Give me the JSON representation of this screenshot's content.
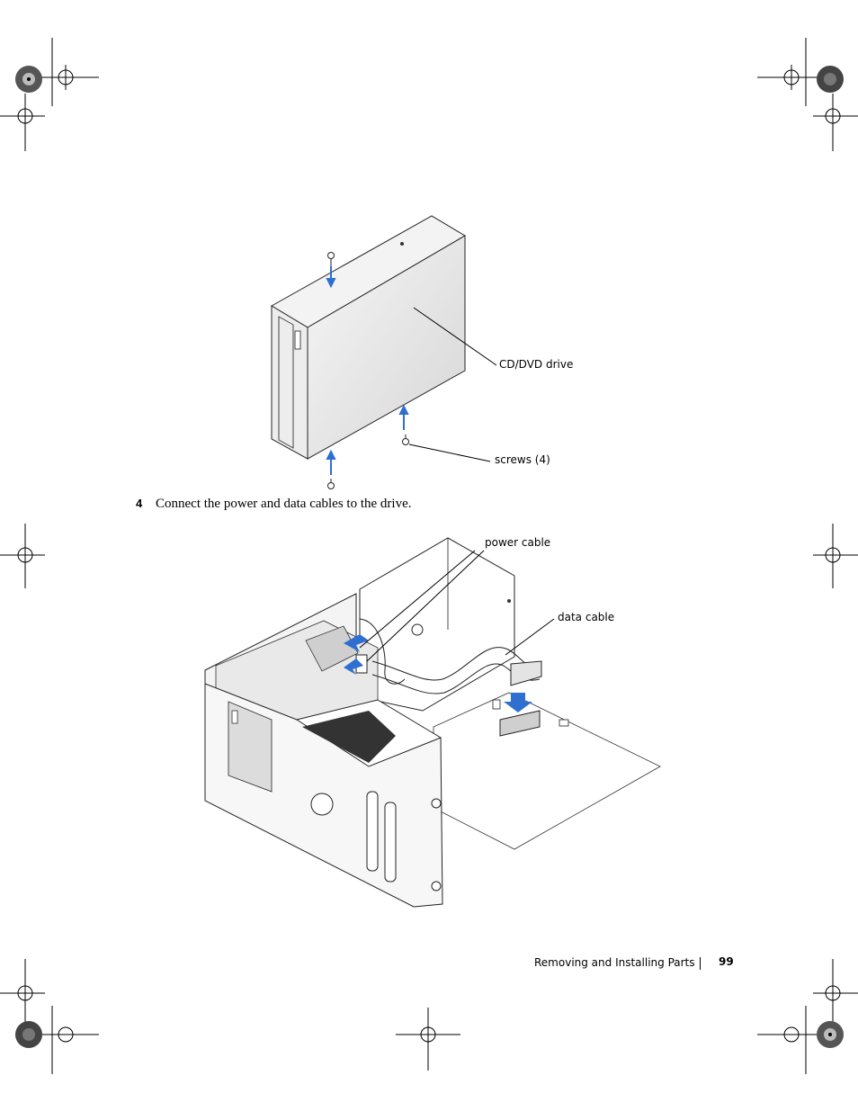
{
  "figure1": {
    "callout_drive": "CD/DVD drive",
    "callout_screws": "screws (4)"
  },
  "step": {
    "number": "4",
    "text": "Connect the power and data cables to the drive."
  },
  "figure2": {
    "callout_power": "power cable",
    "callout_data": "data cable"
  },
  "footer": {
    "section_title": "Removing and Installing Parts",
    "page_number": "99"
  },
  "colors": {
    "arrow_blue": "#2f6fd0",
    "line": "#222222"
  }
}
